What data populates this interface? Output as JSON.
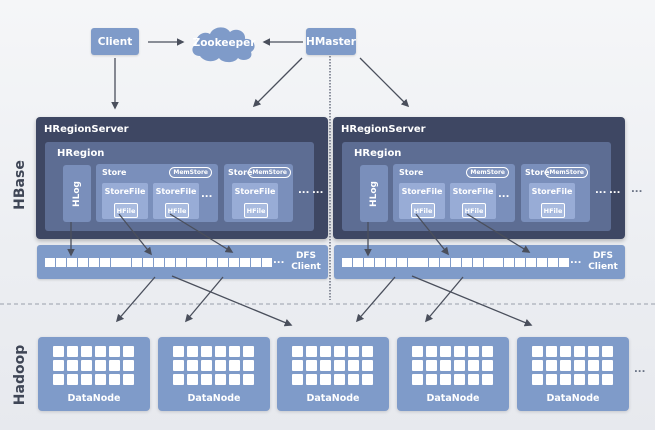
{
  "diagram": {
    "title": "HBase architecture",
    "top": {
      "client": "Client",
      "zookeeper": "Zookeeper",
      "hmaster": "HMaster"
    },
    "sections": {
      "hbase": "HBase",
      "hadoop": "Hadoop"
    },
    "region_servers": [
      {
        "title": "HRegionServer",
        "region_title": "HRegion",
        "hlog": "HLog",
        "stores": [
          {
            "title": "Store",
            "memstore": "MemStore",
            "storefiles": [
              {
                "title": "StoreFile",
                "hfile": "HFile"
              },
              {
                "title": "StoreFile",
                "hfile": "HFile"
              }
            ],
            "more": "..."
          },
          {
            "title": "Store",
            "memstore": "MemStore",
            "storefiles": [
              {
                "title": "StoreFile",
                "hfile": "HFile"
              }
            ],
            "more": ""
          }
        ],
        "more_stores": "...",
        "more_regions": "...",
        "dfs_client": "DFS\nClient",
        "dfs_more": "..."
      },
      {
        "title": "HRegionServer",
        "region_title": "HRegion",
        "hlog": "HLog",
        "stores": [
          {
            "title": "Store",
            "memstore": "MemStore",
            "storefiles": [
              {
                "title": "StoreFile",
                "hfile": "HFile"
              },
              {
                "title": "StoreFile",
                "hfile": "HFile"
              }
            ],
            "more": "..."
          },
          {
            "title": "Store",
            "memstore": "MemStore",
            "storefiles": [
              {
                "title": "StoreFile",
                "hfile": "HFile"
              }
            ],
            "more": ""
          }
        ],
        "more_stores": "...",
        "more_regions": "...",
        "dfs_client": "DFS\nClient",
        "dfs_more": "..."
      }
    ],
    "more_servers": "...",
    "datanodes": [
      "DataNode",
      "DataNode",
      "DataNode",
      "DataNode",
      "DataNode"
    ],
    "more_datanodes": "...",
    "colors": {
      "node_blue": "#7f9bc9",
      "server_dark": "#3e4763",
      "region": "#5d6d93",
      "store": "#7a8fbb",
      "storefile": "#98acd6",
      "arrow": "#4a4f5c"
    }
  }
}
